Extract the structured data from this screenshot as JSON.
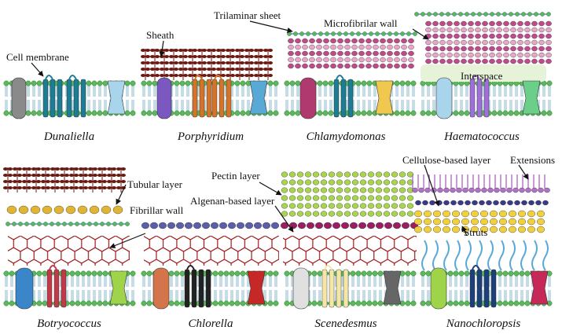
{
  "colors": {
    "head": "#5db85d",
    "head_outline": "#2e7d32",
    "tail": "#7fb3c9",
    "protein_teal": "#1d7d94",
    "sheath": "#6b1a12",
    "hex_net": "#a01818",
    "tubular": "#e0b533",
    "pectin": "#a8d64a",
    "algenan": "#9b1e60",
    "cellulose": "#f0d040",
    "extensions": "#b070c8",
    "microfibril": "#e8a6c8",
    "interspace": "#e7f3d9"
  },
  "species": {
    "dunaliella": "Dunaliella",
    "porphyridium": "Porphyridium",
    "chlamydomonas": "Chlamydomonas",
    "haematococcus": "Haematococcus",
    "botryococcus": "Botryococcus",
    "chlorella": "Chlorella",
    "scenedesmus": "Scenedesmus",
    "nanochloropsis": "Nanochloropsis"
  },
  "labels": {
    "cell_membrane": "Cell membrane",
    "sheath": "Sheath",
    "trilaminar_sheet": "Trilaminar sheet",
    "microfibrilar_wall": "Microfibrilar wall",
    "interspace": "Interspace",
    "tubular_layer": "Tubular layer",
    "fibrillar_wall": "Fibrillar wall",
    "pectin_layer": "Pectin layer",
    "algenan_layer": "Algenan-based layer",
    "cellulose_layer": "Cellulose-based layer",
    "extensions": "Extensions",
    "struts": "Struts"
  },
  "icons": {
    "arrow": "pointer-arrow-icon",
    "protein": "membrane-protein-icon"
  }
}
